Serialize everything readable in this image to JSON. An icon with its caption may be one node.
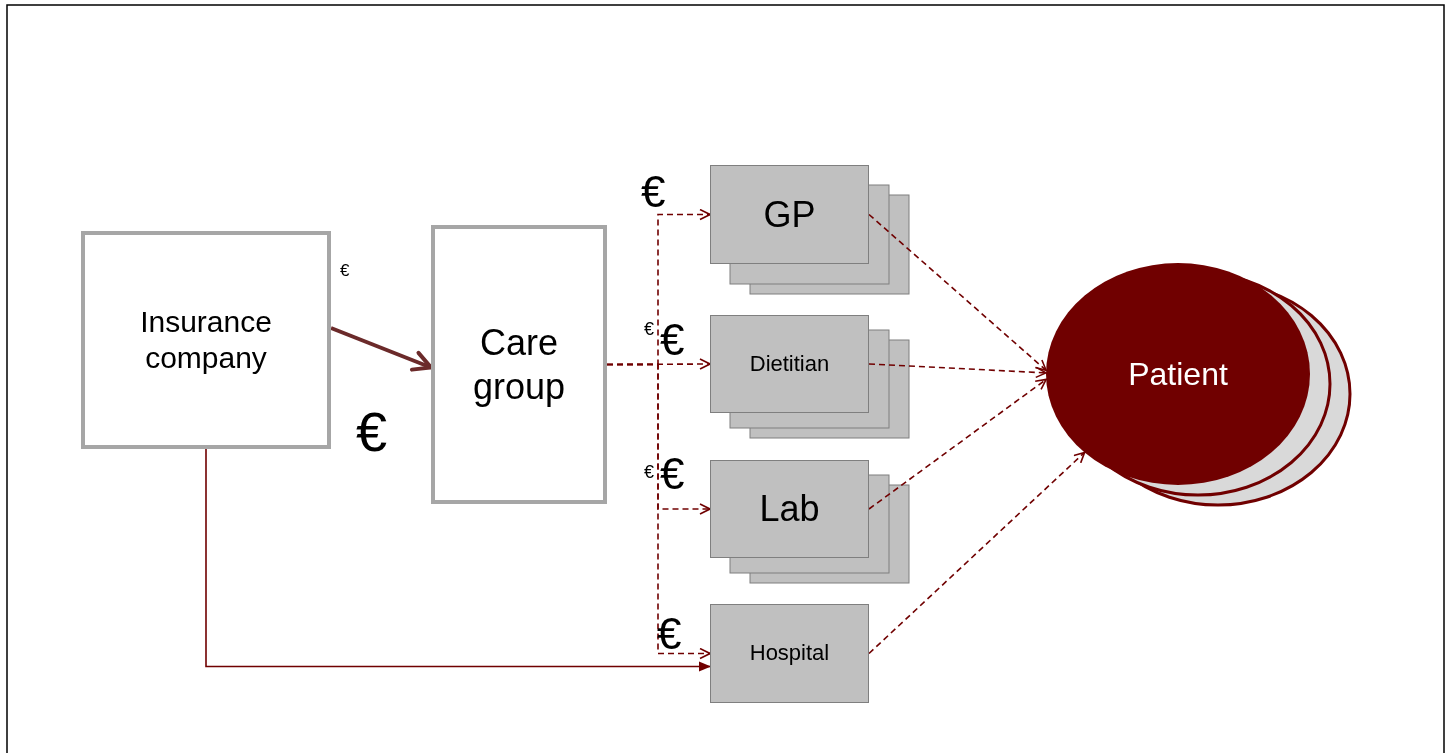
{
  "diagram": {
    "nodes": [
      {
        "text": [
          "Insurance company"
        ]
      },
      {
        "text": [
          "Care group"
        ]
      },
      {
        "text": [
          "GP"
        ]
      },
      {
        "text": [
          "Dietitian"
        ]
      },
      {
        "text": [
          "Lab"
        ]
      },
      {
        "text": [
          "Hospital"
        ]
      },
      {
        "text": [
          "Patient"
        ]
      }
    ],
    "edges": [
      {
        "from": 0,
        "to": 1,
        "arrow": "to",
        "style": "thick",
        "color": "#6b2a2a"
      },
      {
        "from": 1,
        "to": 2,
        "arrow": "to",
        "style": "dashed"
      },
      {
        "from": 1,
        "to": 3,
        "arrow": "to",
        "style": "dashed"
      },
      {
        "from": 1,
        "to": 4,
        "arrow": "to",
        "style": "dashed"
      },
      {
        "from": 1,
        "to": 5,
        "arrow": "to",
        "style": "dashed"
      },
      {
        "from": 0,
        "to": 5,
        "arrow": "to"
      },
      {
        "from": 2,
        "to": 6,
        "arrow": "to",
        "style": "dashed"
      },
      {
        "from": 3,
        "to": 6,
        "arrow": "to",
        "style": "dashed"
      },
      {
        "from": 4,
        "to": 6,
        "arrow": "to",
        "style": "dashed"
      },
      {
        "from": 5,
        "to": 6,
        "arrow": "to",
        "style": "dashed"
      }
    ],
    "labels": [
      "€",
      "€",
      "€",
      "€",
      "€",
      "€",
      "€",
      "€"
    ]
  }
}
